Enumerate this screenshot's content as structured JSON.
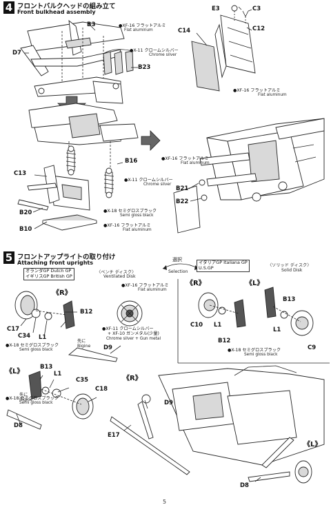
{
  "step4": {
    "number": "4",
    "title_jp": "フロントバルクヘッドの組み立て",
    "title_en": "Front bulkhead assembly",
    "labels": {
      "B3": "B3",
      "D7": "D7",
      "B23": "B23",
      "E3": "E3",
      "C3": "C3",
      "C14": "C14",
      "C12": "C12",
      "B16": "B16",
      "C13": "C13",
      "B21": "B21",
      "B22": "B22",
      "B20": "B20",
      "B10": "B10"
    },
    "notes": {
      "xf16_a_jp": "●XF-16 フラットアルミ",
      "xf16_a_en": "Flat aluminum",
      "x11_a_jp": "●X-11 クロームシルバー",
      "x11_a_en": "Chrome silver",
      "xf16_b_jp": "●XF-16 フラットアルミ",
      "xf16_b_en": "Flat aluminum",
      "xf16_c_jp": "●XF-16 フラットアルミ",
      "xf16_c_en": "Flat aluminum",
      "x11_b_jp": "●X-11 クロームシルバー",
      "x11_b_en": "Chrome silver",
      "x18_a_jp": "●X-18 セミグロスブラック",
      "x18_a_en": "Semi gloss black",
      "xf16_d_jp": "●XF-16 フラットアルミ",
      "xf16_d_en": "Flat aluminum"
    }
  },
  "step5": {
    "number": "5",
    "title_jp": "フロントアップライトの取り付け",
    "title_en": "Attaching front uprights",
    "gp_left_line1": "オランダGP  Dutch GP",
    "gp_left_line2": "イギリスGP  British GP",
    "ventilated_jp": "〈ベンチ ディスク〉",
    "ventilated_en": "Ventilated Disk",
    "selection_jp": "選択",
    "selection_en": "Selection",
    "gp_right_line1": "イタリアGP  Italiana GP",
    "gp_right_line2": "U.S.GP",
    "solid_jp": "〈ソリッド ディスク〉",
    "solid_en": "Solid Disk",
    "R": "《R》",
    "L": "《L》",
    "labels": {
      "B12": "B12",
      "C17": "C17",
      "C34": "C34",
      "L1": "L1",
      "D9": "D9",
      "B13": "B13",
      "C35": "C35",
      "C18": "C18",
      "D8": "D8",
      "E17": "E17",
      "C10": "C10",
      "C9": "C9"
    },
    "bigine_jp": "先に",
    "bigine_en": "Bigine",
    "notes": {
      "xf16_jp": "●XF-16 フラットアルミ",
      "xf16_en": "Flat aluminum",
      "xf11_jp": "●XF-11 クロームシルバー",
      "xf10_jp": "+ XF-10 ガンメタル(少量)",
      "xf11_en": "Chrome silver + Gun metal",
      "x18_a_jp": "●X-18 セミグロスブラック",
      "x18_a_en": "Semi gloss black",
      "x18_b_jp": "●X-18 セミグロスブラック",
      "x18_b_en": "Semi gloss black",
      "x18_c_jp": "●X-18 セミグロスブラック",
      "x18_c_en": "Semi gloss black"
    }
  },
  "page_number": "5"
}
